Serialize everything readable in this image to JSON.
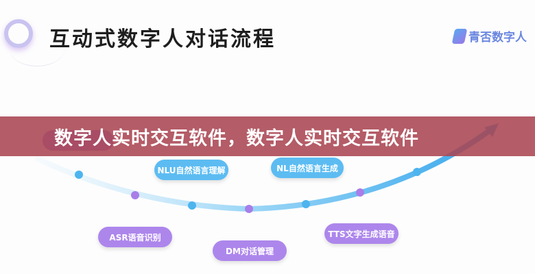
{
  "header": {
    "title": "互动式数字人对话流程",
    "brand": "青否数字人"
  },
  "banner": {
    "text": "数字人实时交互软件，数字人实时交互软件"
  },
  "steps": {
    "asr": "ASR语音识别",
    "nlu": "NLU自然语言理解",
    "dm": "DM对话管理",
    "nlg": "NL自然语言生成",
    "tts": "TTS文字生成语音"
  },
  "colors": {
    "blue": "#5cbcf2",
    "purple": "#ad86ec",
    "banner": "#aa4652"
  }
}
